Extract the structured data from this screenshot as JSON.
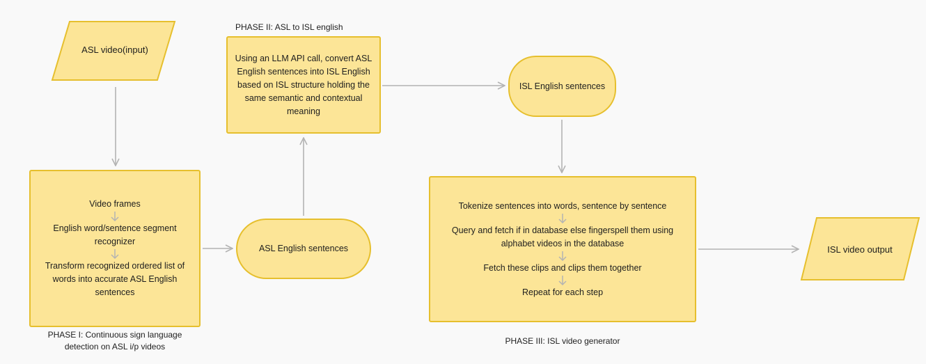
{
  "input": {
    "label": "ASL video(input)"
  },
  "phase1": {
    "caption": [
      "PHASE I: Continuous sign language",
      "detection on ASL i/p videos"
    ],
    "steps": [
      [
        "Video frames"
      ],
      [
        "English word/sentence segment",
        "recognizer"
      ],
      [
        "Transform recognized ordered list of",
        "words into accurate ASL English",
        "sentences"
      ]
    ]
  },
  "asl_sentences": {
    "label": "ASL English sentences"
  },
  "phase2": {
    "caption": "PHASE II: ASL to ISL english",
    "text": [
      "Using an LLM API call, convert ASL",
      "English sentences into ISL English",
      "based on ISL structure holding the",
      "same semantic and contextual",
      "meaning"
    ]
  },
  "isl_sentences": {
    "label": "ISL English sentences"
  },
  "phase3": {
    "caption": "PHASE III:  ISL video generator",
    "steps": [
      [
        "Tokenize sentences into words, sentence by sentence"
      ],
      [
        "Query and fetch if in database else fingerspell them using",
        "alphabet videos in the database"
      ],
      [
        "Fetch these clips and clips them together"
      ],
      [
        "Repeat for each step"
      ]
    ]
  },
  "output": {
    "label": "ISL video output"
  },
  "colors": {
    "fill": "#fce597",
    "stroke": "#e6bf2d",
    "arrow": "#b3b3b3",
    "background": "#f9f9f9"
  }
}
